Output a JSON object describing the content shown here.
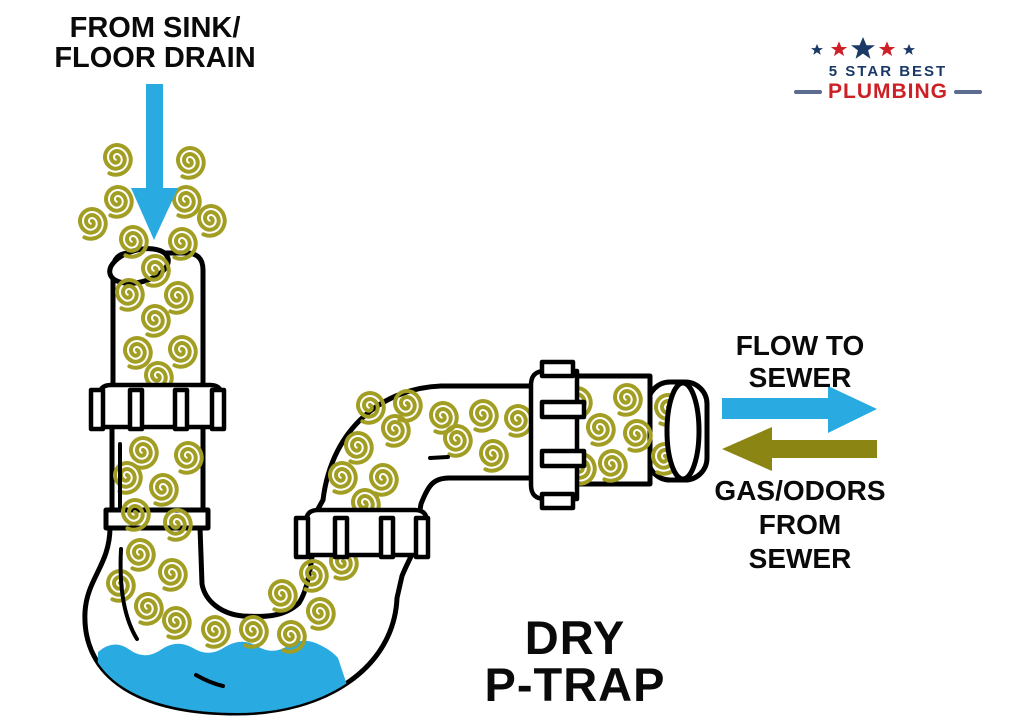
{
  "diagram": {
    "inlet_label": {
      "line1": "FROM SINK/",
      "line2": "FLOOR DRAIN"
    },
    "flow_label": {
      "line1": "FLOW TO",
      "line2": "SEWER"
    },
    "gas_label": {
      "line1": "GAS/ODORS",
      "line2": "FROM",
      "line3": "SEWER"
    },
    "title": {
      "line1": "DRY",
      "line2": "P-TRAP"
    }
  },
  "logo": {
    "name_line": "5 STAR BEST",
    "plumbing_line": "PLUMBING",
    "star_count": 5
  },
  "icons": {
    "gas_swirl": "olive-spiral",
    "inflow_arrow": "blue-down-arrow",
    "flow_to_sewer_arrow": "blue-right-arrow",
    "gas_from_sewer_arrow": "olive-left-arrow"
  },
  "colors": {
    "flow_blue": "#29ABE2",
    "water_blue": "#29ABE2",
    "gas_olive": "#8B8513",
    "swirl_olive": "#A29E24",
    "outline_black": "#000000",
    "logo_navy": "#1B3966",
    "logo_red": "#CC2026",
    "logo_dash": "#5C6C8F"
  }
}
